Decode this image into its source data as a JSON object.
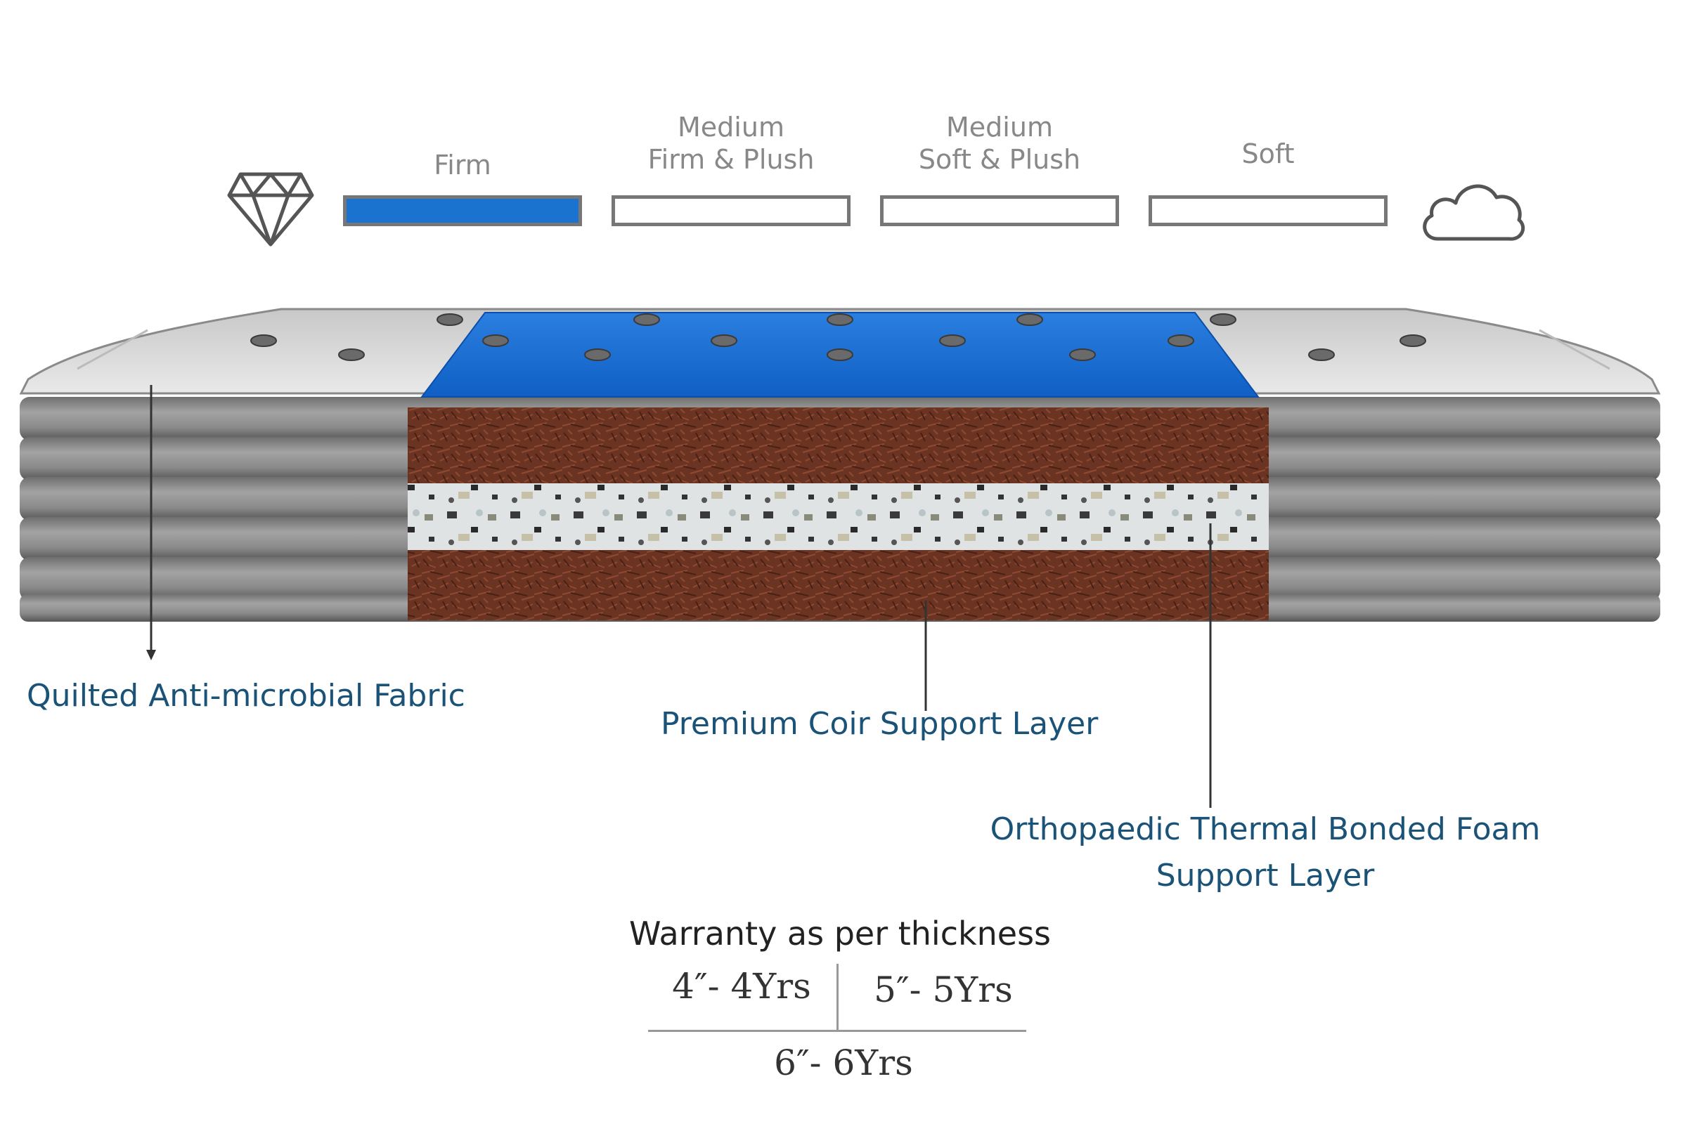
{
  "firmness_scale": {
    "levels": [
      {
        "label": "Firm",
        "active": true
      },
      {
        "label": "Medium\nFirm & Plush",
        "active": false
      },
      {
        "label": "Medium\nSoft & Plush",
        "active": false
      },
      {
        "label": "Soft",
        "active": false
      }
    ],
    "start_icon": "diamond-icon",
    "end_icon": "cloud-icon"
  },
  "layers": {
    "fabric": "Quilted Anti-microbial Fabric",
    "coir": "Premium Coir Support Layer",
    "foam_line1": "Orthopaedic Thermal Bonded Foam",
    "foam_line2": "Support Layer"
  },
  "warranty": {
    "title": "Warranty as per thickness",
    "rows": [
      "4″- 4Yrs",
      "5″- 5Yrs",
      "6″- 6Yrs"
    ]
  },
  "colors": {
    "accent_blue": "#1a73cf",
    "label_blue": "#1a5278",
    "coir_brown": "#6b3422",
    "fabric_grey": "#8c8c8c"
  }
}
